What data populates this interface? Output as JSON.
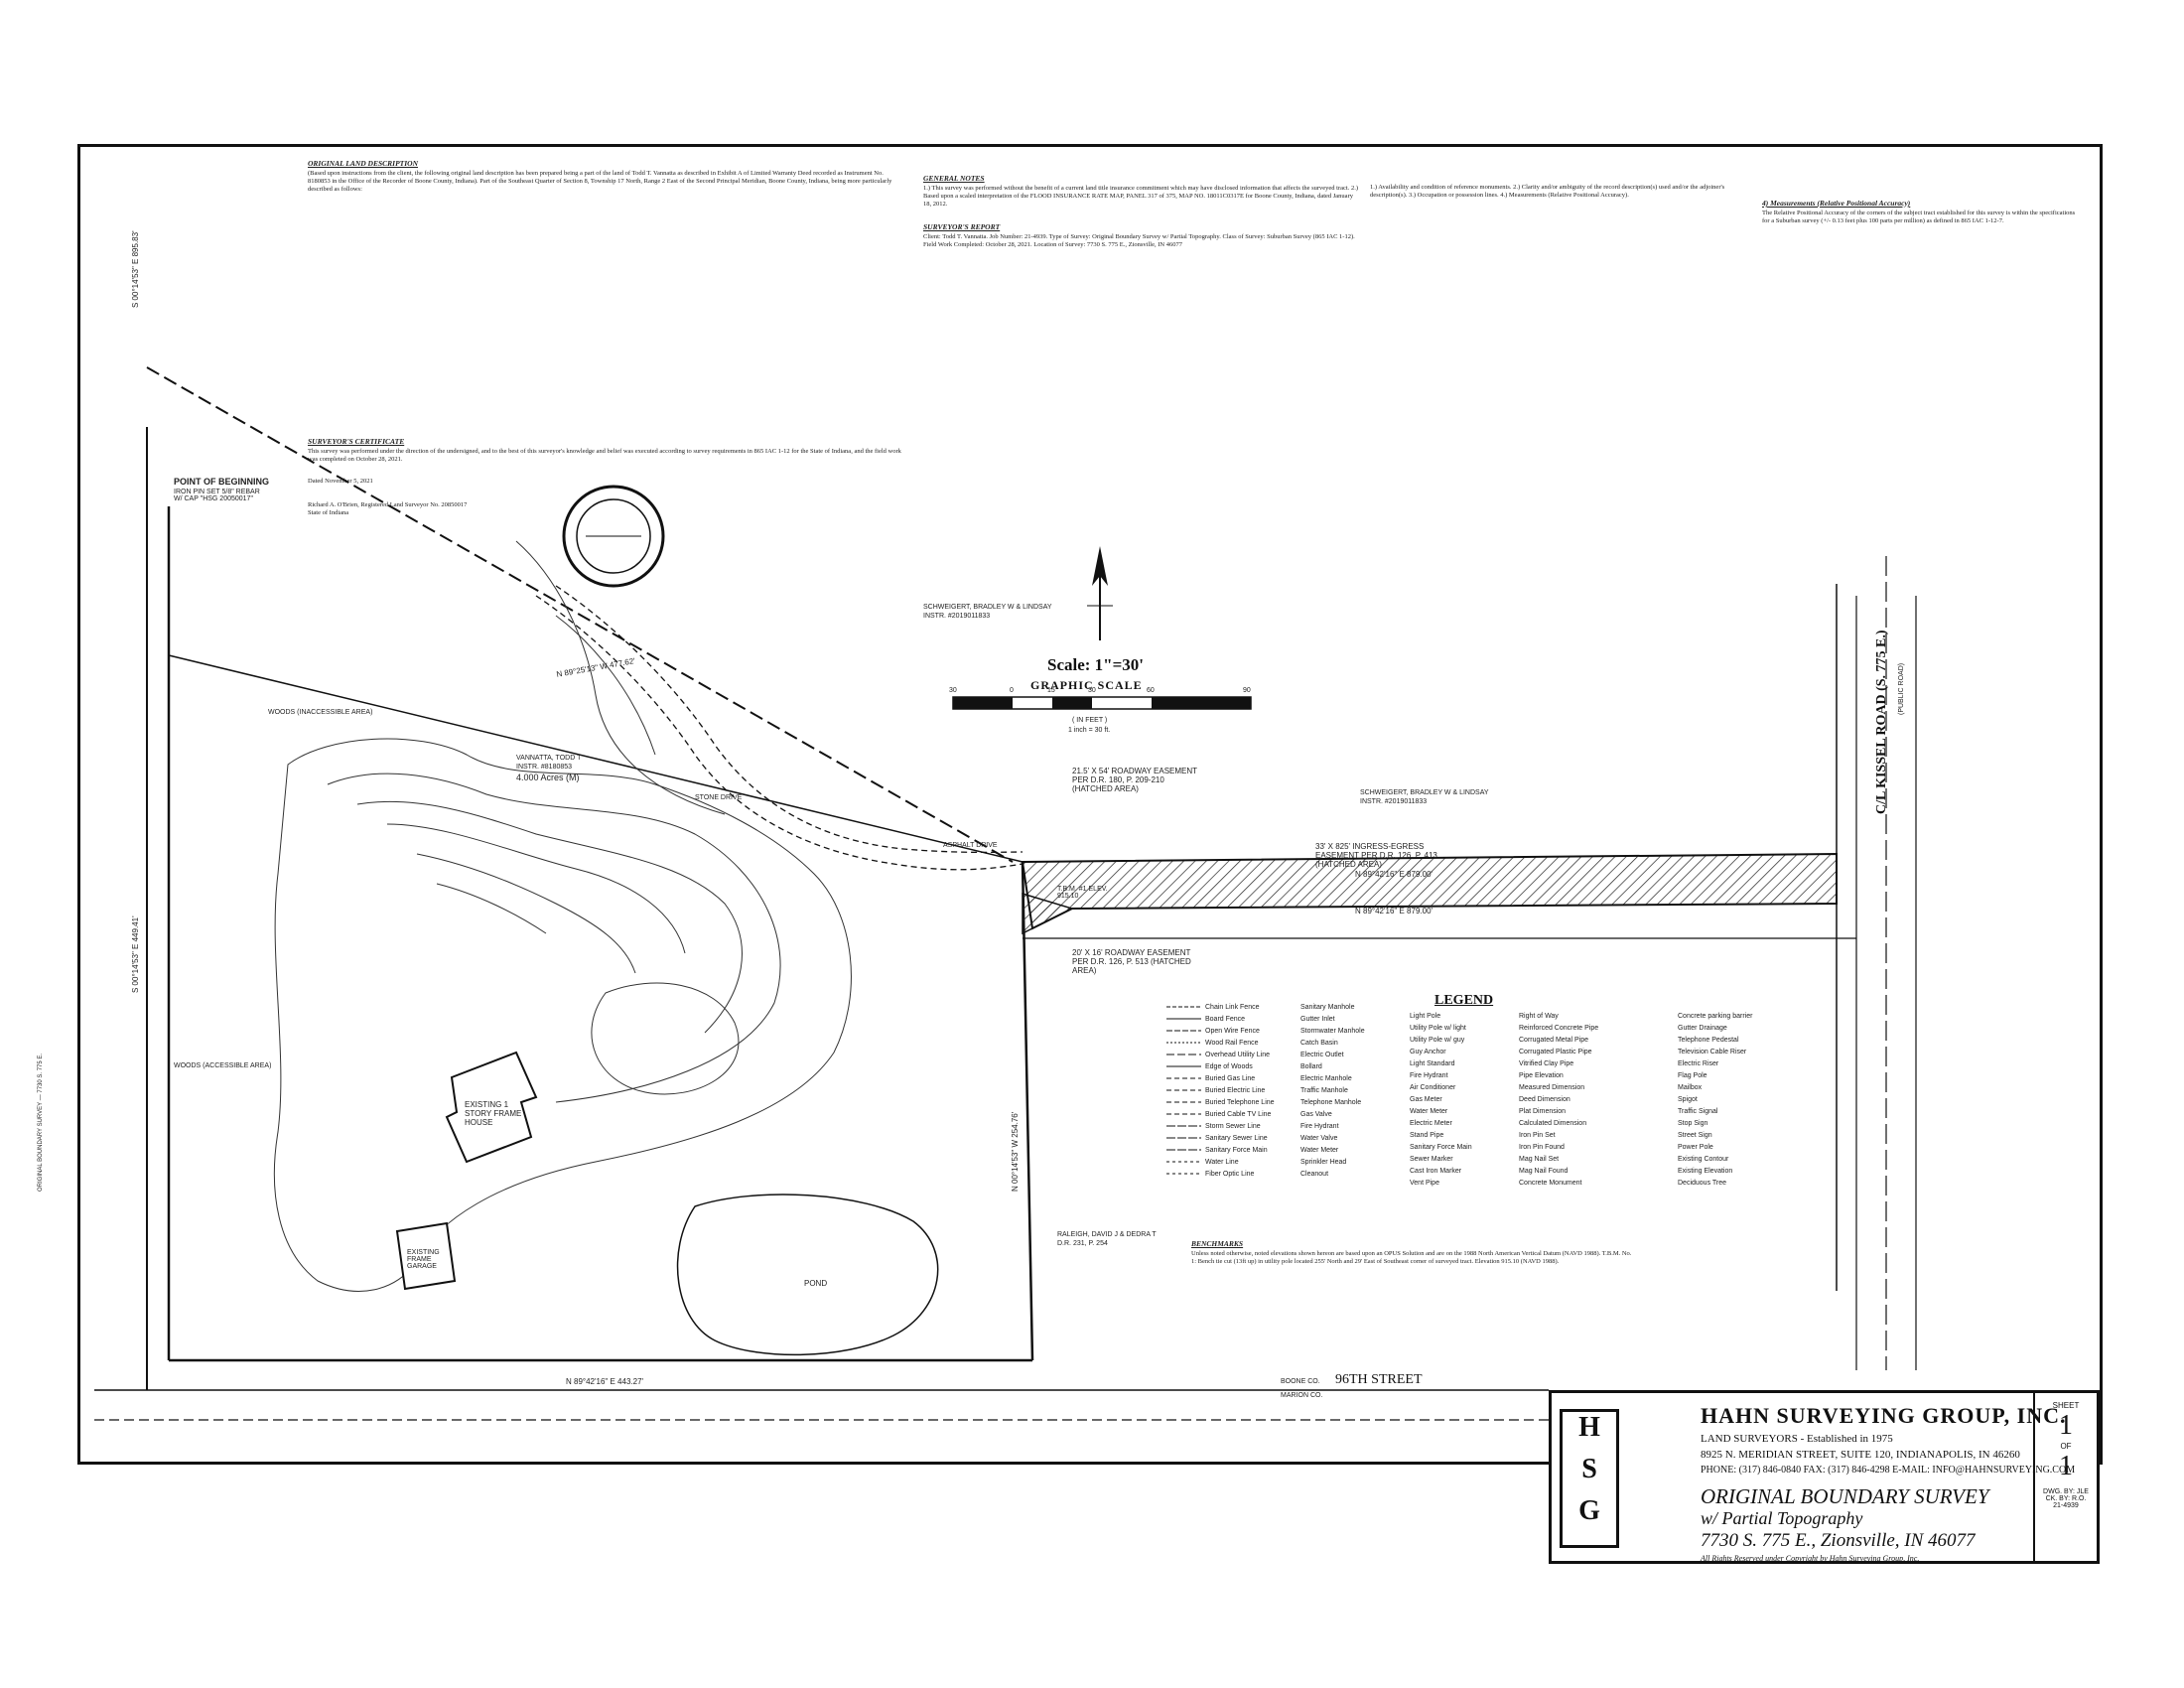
{
  "title_block": {
    "company": "HAHN SURVEYING GROUP, INC.",
    "logo_letters": [
      "H",
      "S",
      "G"
    ],
    "subline": "LAND SURVEYORS - Established in 1975",
    "address_line": "8925 N. MERIDIAN STREET, SUITE 120, INDIANAPOLIS, IN 46260",
    "phone_line": "PHONE: (317) 846-0840 FAX: (317) 846-4298 E-MAIL: INFO@HAHNSURVEYING.COM",
    "survey_title": "ORIGINAL BOUNDARY SURVEY",
    "survey_subtitle": "w/ Partial Topography",
    "property_address": "7730 S. 775 E., Zionsville, IN 46077",
    "rights": "All Rights Reserved under Copyright by Hahn Surveying Group, Inc.",
    "sheet_label": "SHEET",
    "sheet_num": "1",
    "sheet_of": "OF",
    "sheet_total": "1",
    "drawn_by": "DWG. BY: JLE",
    "checked_by": "CK. BY: R.O.",
    "job_number": "21-4939"
  },
  "scale": {
    "text": "Scale: 1\"=30'",
    "graphic_label": "GRAPHIC SCALE",
    "ticks": [
      "30",
      "0",
      "15",
      "30",
      "60",
      "90"
    ],
    "unit": "( IN FEET )",
    "unit2": "1 inch = 30 ft."
  },
  "notes": {
    "land_desc_head": "ORIGINAL LAND DESCRIPTION",
    "land_desc": "(Based upon instructions from the client, the following original land description has been prepared being a part of the land of Todd T. Vannatta as described in Exhibit A of Limited Warranty Deed recorded as Instrument No. 8180853 in the Office of the Recorder of Boone County, Indiana). Part of the Southeast Quarter of Section 8, Township 17 North, Range 2 East of the Second Principal Meridian, Boone County, Indiana, being more particularly described as follows:",
    "certificate_head": "SURVEYOR'S CERTIFICATE",
    "certificate": "This survey was performed under the direction of the undersigned, and to the best of this surveyor's knowledge and belief was executed according to survey requirements in 865 IAC 1-12 for the State of Indiana, and the field work was completed on October 28, 2021.",
    "dated": "Dated November 5, 2021",
    "surveyor": "Richard A. O'Brien, Registered Land Surveyor No. 20850017",
    "state": "State of Indiana",
    "general_head": "GENERAL NOTES",
    "general": "1.) This survey was performed without the benefit of a current land title insurance commitment which may have disclosed information that affects the surveyed tract. 2.) Based upon a scaled interpretation of the FLOOD INSURANCE RATE MAP, PANEL 317 of 375, MAP NO. 18011C0317E for Boone County, Indiana, dated January 18, 2012.",
    "report_head": "SURVEYOR'S REPORT",
    "report": "Client: Todd T. Vannatta. Job Number: 21-4939. Type of Survey: Original Boundary Survey w/ Partial Topography. Class of Survey: Suburban Survey (865 IAC 1-12). Field Work Completed: October 28, 2021. Location of Survey: 7730 S. 775 E., Zionsville, IN 46077",
    "benchmarks_head": "BENCHMARKS",
    "benchmarks": "Unless noted otherwise, noted elevations shown hereon are based upon an OPUS Solution and are on the 1988 North American Vertical Datum (NAVD 1988). T.B.M. No. 1: Bench tie cut (13ft up) in utility pole located 255' North and 29' East of Southeast corner of surveyed tract. Elevation 915.10 (NAVD 1988).",
    "col3": "1.) Availability and condition of reference monuments. 2.) Clarity and/or ambiguity of the record description(s) used and/or the adjoiner's description(s). 3.) Occupation or possession lines. 4.) Measurements (Relative Positional Accuracy).",
    "col4_head": "4) Measurements (Relative Positional Accuracy)",
    "col4": "The Relative Positional Accuracy of the corners of the subject tract established for this survey is within the specifications for a Suburban survey (+/- 0.13 feet plus 100 parts per million) as defined in 865 IAC 1-12-7."
  },
  "plot": {
    "point_of_beginning": "POINT OF BEGINNING",
    "pob_sub": "IRON PIN SET 5/8\" REBAR W/ CAP \"HSG 20050017\"",
    "area": "4.000 Acres (M)",
    "owner_main": "VANNATTA, TODD T",
    "owner_main_instr": "INSTR. #8180853",
    "owner_ne": "SCHWEIGERT, BRADLEY W & LINDSAY",
    "owner_ne_instr": "INSTR. #2019011833",
    "owner_e": "SCHWEIGERT, BRADLEY W & LINDSAY",
    "owner_e_instr": "INSTR. #2019011833",
    "owner_s": "RALEIGH, DAVID J & DEDRA T",
    "owner_s_instr": "D.R. 231, P. 254",
    "house": "EXISTING 1 STORY FRAME HOUSE",
    "garage": "EXISTING FRAME GARAGE",
    "pond": "POND",
    "woods_inaccessible": "WOODS (INACCESSIBLE AREA)",
    "woods_accessible": "WOODS (ACCESSIBLE AREA)",
    "bearing_north": "N 89°25'13\" W  477.62'",
    "bearing_south": "N 89°42'16\" E  443.27'",
    "bearing_west": "S 00°14'53\" E  449.41'",
    "bearing_left_top": "S 00°14'53\" E  895.83'",
    "bearing_ingress": "N 89°42'16\" E  879.00'",
    "bearing_ingress2": "N 89°42'16\" E  879.00'",
    "bearing_east": "N 00°14'53\" W  254.76'",
    "easement_top": "21.5' X 54' ROADWAY EASEMENT PER D.R. 180, P. 209-210 (HATCHED AREA)",
    "easement_ingress": "33' X 825' INGRESS-EGRESS EASEMENT PER D.R. 126, P. 413 (HATCHED AREA)",
    "easement_bottom": "20' X 16' ROADWAY EASEMENT PER D.R. 126, P. 513 (HATCHED AREA)",
    "kissel_road": "C/L KISSEL ROAD (S. 775 E.)",
    "kissel_public": "(PUBLIC ROAD)",
    "street_96": "96TH STREET",
    "boone": "BOONE CO.",
    "marion": "MARION CO.",
    "asphalt_drive": "ASPHALT DRIVE",
    "stone_drive": "STONE DRIVE",
    "tbm": "T.B.M. #1 ELEV. 915.10"
  },
  "legend": {
    "title": "LEGEND",
    "col1": [
      "Chain Link Fence",
      "Board Fence",
      "Open Wire Fence",
      "Wood Rail Fence",
      "Overhead Utility Line",
      "Edge of Woods",
      "Buried Gas Line",
      "Buried Electric Line",
      "Buried Telephone Line",
      "Buried Cable TV Line",
      "Storm Sewer Line",
      "Sanitary Sewer Line",
      "Sanitary Force Main",
      "Water Line",
      "Fiber Optic Line"
    ],
    "col2": [
      "Sanitary Manhole",
      "Gutter Inlet",
      "Stormwater Manhole",
      "Catch Basin",
      "Electric Outlet",
      "Bollard",
      "Electric Manhole",
      "Traffic Manhole",
      "Telephone Manhole",
      "Gas Valve",
      "Fire Hydrant",
      "Water Valve",
      "Water Meter",
      "Sprinkler Head",
      "Cleanout"
    ],
    "col3": [
      "Light Pole",
      "Utility Pole w/ light",
      "Utility Pole w/ guy",
      "Guy Anchor",
      "Light Standard",
      "Fire Hydrant",
      "Air Conditioner",
      "Gas Meter",
      "Water Meter",
      "Electric Meter",
      "Stand Pipe",
      "Sanitary Force Main",
      "Sewer Marker",
      "Cast Iron Marker",
      "Vent Pipe"
    ],
    "col4": [
      "Right of Way",
      "Reinforced Concrete Pipe",
      "Corrugated Metal Pipe",
      "Corrugated Plastic Pipe",
      "Vitrified Clay Pipe",
      "Pipe Elevation",
      "Measured Dimension",
      "Deed Dimension",
      "Plat Dimension",
      "Calculated Dimension",
      "Iron Pin Set",
      "Iron Pin Found",
      "Mag Nail Set",
      "Mag Nail Found",
      "Concrete Monument"
    ],
    "col5": [
      "Concrete parking barrier",
      "Gutter Drainage",
      "Telephone Pedestal",
      "Television Cable Riser",
      "Electric Riser",
      "Flag Pole",
      "Mailbox",
      "Spigot",
      "Traffic Signal",
      "Stop Sign",
      "Street Sign",
      "Power Pole",
      "Existing Contour",
      "Existing Elevation",
      "Deciduous Tree"
    ]
  }
}
